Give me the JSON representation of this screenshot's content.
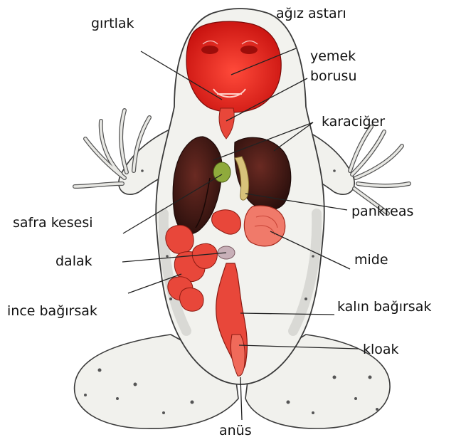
{
  "diagram": {
    "labels": {
      "larynx": "gırtlak",
      "mouth_lining": "ağız astarı",
      "esophagus_line1": "yemek",
      "esophagus_line2": "borusu",
      "liver": "karaciğer",
      "gallbladder": "safra kesesi",
      "pancreas": "pankreas",
      "spleen": "dalak",
      "stomach": "mide",
      "small_intestine": "ince bağırsak",
      "large_intestine": "kalın bağırsak",
      "cloaca": "kloak",
      "anus": "anüs"
    },
    "colors": {
      "skin": "#f2f2ee",
      "skin_shadow": "#c9c9c4",
      "skin_outline": "#3a3a3a",
      "mouth": "#e8191c",
      "liver": "#4a1e1a",
      "liver_dark": "#2e1210",
      "intestine": "#e8473a",
      "intestine_light": "#f07a6a",
      "gallbladder": "#8faa3c",
      "pancreas": "#d8c27a",
      "pointer": "#222222"
    }
  }
}
